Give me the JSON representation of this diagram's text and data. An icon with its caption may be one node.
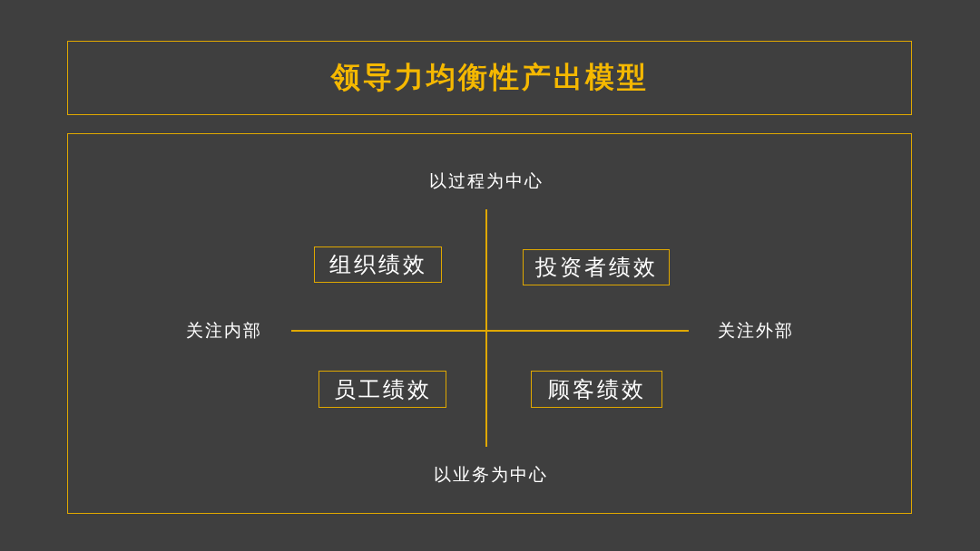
{
  "diagram": {
    "title": "领导力均衡性产出模型",
    "nodes": [
      {
        "text": [
          "组织绩效"
        ]
      },
      {
        "text": [
          "投资者绩效"
        ]
      },
      {
        "text": [
          "员工绩效"
        ]
      },
      {
        "text": [
          "顾客绩效"
        ]
      }
    ],
    "edges": [],
    "labels": [
      "以过程为中心",
      "关注内部",
      "关注外部",
      "以业务为中心"
    ]
  }
}
